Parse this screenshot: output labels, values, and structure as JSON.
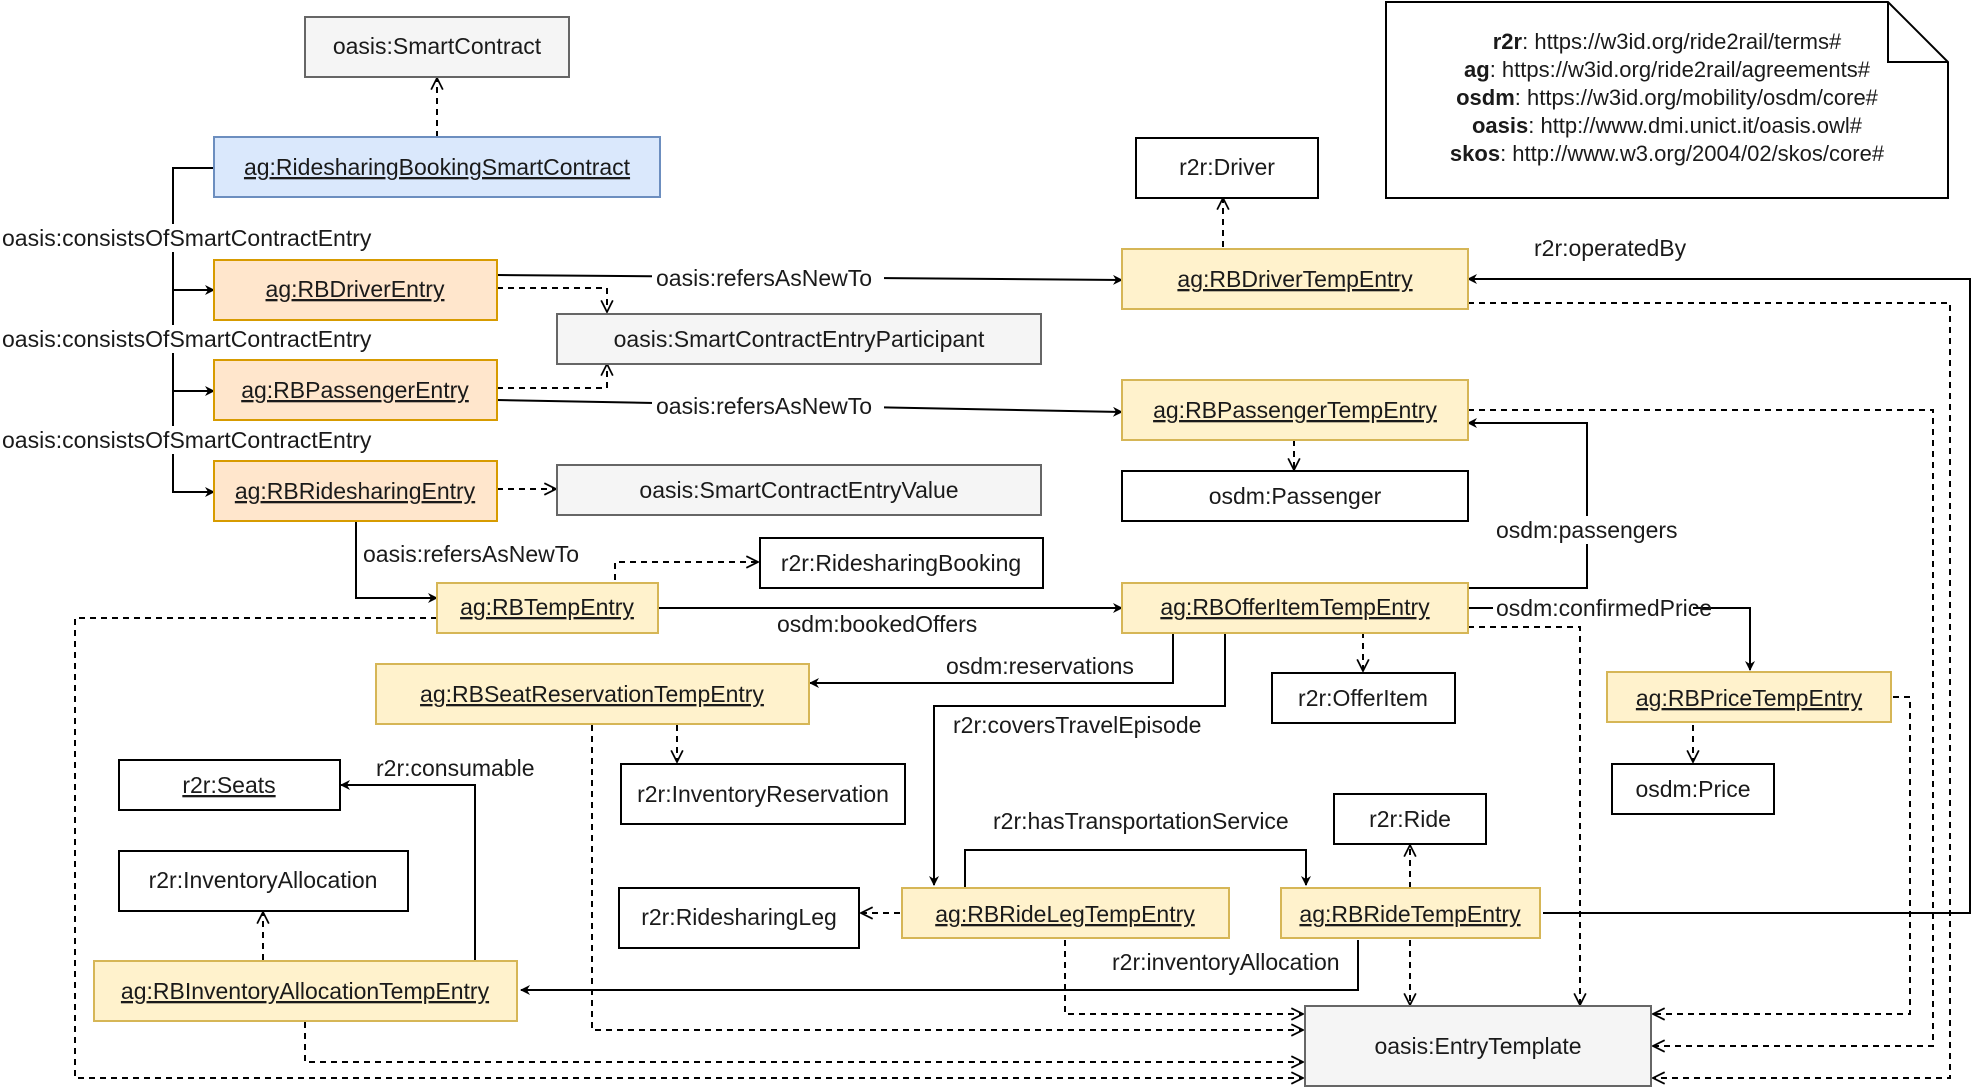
{
  "colors": {
    "contract_fill": "#dae8fc",
    "contract_stroke": "#6c8ebf",
    "entry_fill": "#ffe6cc",
    "entry_stroke": "#d79b00",
    "temp_fill": "#fff2cc",
    "temp_stroke": "#d6b656",
    "oasis_fill": "#f5f5f5",
    "oasis_stroke": "#666666",
    "plain_fill": "#ffffff",
    "plain_stroke": "#000000"
  },
  "namespaces": [
    {
      "prefix": "r2r",
      "uri": ": https://w3id.org/ride2rail/terms#"
    },
    {
      "prefix": "ag",
      "uri": ": https://w3id.org/ride2rail/agreements#"
    },
    {
      "prefix": "osdm",
      "uri": ": https://w3id.org/mobility/osdm/core#"
    },
    {
      "prefix": "oasis",
      "uri": ": http://www.dmi.unict.it/oasis.owl#"
    },
    {
      "prefix": "skos",
      "uri": ": http://www.w3.org/2004/02/skos/core#"
    }
  ],
  "nodes": {
    "smartcontract": "oasis:SmartContract",
    "ridesharing_booking_smart_contract": "ag:RidesharingBookingSmartContract",
    "rb_driver_entry": "ag:RBDriverEntry",
    "rb_passenger_entry": "ag:RBPassengerEntry",
    "rb_ridesharing_entry": "ag:RBRidesharingEntry",
    "smart_contract_entry_participant": "oasis:SmartContractEntryParticipant",
    "smart_contract_entry_value": "oasis:SmartContractEntryValue",
    "driver": "r2r:Driver",
    "rb_driver_temp_entry": "ag:RBDriverTempEntry",
    "rb_passenger_temp_entry": "ag:RBPassengerTempEntry",
    "passenger": "osdm:Passenger",
    "ridesharing_booking": "r2r:RidesharingBooking",
    "rb_temp_entry": "ag:RBTempEntry",
    "rb_offer_item_temp_entry": "ag:RBOfferItemTempEntry",
    "rb_seat_reservation_temp_entry": "ag:RBSeatReservationTempEntry",
    "offer_item": "r2r:OfferItem",
    "rb_price_temp_entry": "ag:RBPriceTempEntry",
    "price": "osdm:Price",
    "seats": "r2r:Seats",
    "inventory_reservation": "r2r:InventoryReservation",
    "ride": "r2r:Ride",
    "inventory_allocation": "r2r:InventoryAllocation",
    "ridesharing_leg": "r2r:RidesharingLeg",
    "rb_ride_leg_temp_entry": "ag:RBRideLegTempEntry",
    "rb_ride_temp_entry": "ag:RBRideTempEntry",
    "rb_inventory_allocation_temp_entry": "ag:RBInventoryAllocationTempEntry",
    "entry_template": "oasis:EntryTemplate"
  },
  "edge_labels": {
    "consists_1": "oasis:consistsOfSmartContractEntry",
    "consists_2": "oasis:consistsOfSmartContractEntry",
    "consists_3": "oasis:consistsOfSmartContractEntry",
    "refers_driver": "oasis:refersAsNewTo",
    "refers_passenger": "oasis:refersAsNewTo",
    "refers_temp": "oasis:refersAsNewTo",
    "operated_by": "r2r:operatedBy",
    "passengers": "osdm:passengers",
    "booked_offers": "osdm:bookedOffers",
    "confirmed_price": "osdm:confirmedPrice",
    "reservations": "osdm:reservations",
    "covers_travel_episode": "r2r:coversTravelEpisode",
    "consumable": "r2r:consumable",
    "has_transportation_service": "r2r:hasTransportationService",
    "inventory_allocation": "r2r:inventoryAllocation"
  }
}
